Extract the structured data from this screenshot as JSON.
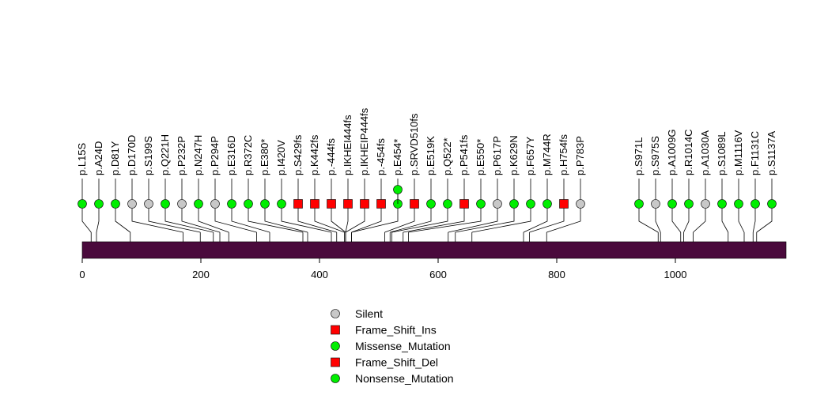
{
  "chart_data": {
    "type": "lollipop",
    "title": "",
    "xlabel": "",
    "ylabel": "",
    "protein_length": 1185,
    "domain_color": "#4a0a3c",
    "x_ticks": [
      0,
      200,
      400,
      600,
      800,
      1000
    ],
    "mutation_types": [
      {
        "name": "Silent",
        "shape": "circle",
        "color": "#c8c8c8"
      },
      {
        "name": "Frame_Shift_Ins",
        "shape": "square",
        "color": "#ff0000"
      },
      {
        "name": "Missense_Mutation",
        "shape": "circle",
        "color": "#00ee00"
      },
      {
        "name": "Frame_Shift_Del",
        "shape": "square",
        "color": "#ff0000"
      },
      {
        "name": "Nonsense_Mutation",
        "shape": "circle",
        "color": "#00ee00"
      }
    ],
    "mutations": [
      {
        "label": "p.L15S",
        "pos": 15,
        "type": "Missense_Mutation",
        "count": 1
      },
      {
        "label": "p.A24D",
        "pos": 24,
        "type": "Missense_Mutation",
        "count": 1
      },
      {
        "label": "p.D81Y",
        "pos": 81,
        "type": "Missense_Mutation",
        "count": 1
      },
      {
        "label": "p.D170D",
        "pos": 170,
        "type": "Silent",
        "count": 1
      },
      {
        "label": "p.S199S",
        "pos": 199,
        "type": "Silent",
        "count": 1
      },
      {
        "label": "p.Q221H",
        "pos": 221,
        "type": "Missense_Mutation",
        "count": 1
      },
      {
        "label": "p.P232P",
        "pos": 232,
        "type": "Silent",
        "count": 1
      },
      {
        "label": "p.N247H",
        "pos": 247,
        "type": "Missense_Mutation",
        "count": 1
      },
      {
        "label": "p.P294P",
        "pos": 294,
        "type": "Silent",
        "count": 1
      },
      {
        "label": "p.E316D",
        "pos": 316,
        "type": "Missense_Mutation",
        "count": 1
      },
      {
        "label": "p.R372C",
        "pos": 372,
        "type": "Missense_Mutation",
        "count": 1
      },
      {
        "label": "p.E380*",
        "pos": 380,
        "type": "Nonsense_Mutation",
        "count": 1
      },
      {
        "label": "p.I420V",
        "pos": 420,
        "type": "Missense_Mutation",
        "count": 1
      },
      {
        "label": "p.S429fs",
        "pos": 429,
        "type": "Frame_Shift_Del",
        "count": 1
      },
      {
        "label": "p.K442fs",
        "pos": 442,
        "type": "Frame_Shift_Del",
        "count": 1
      },
      {
        "label": "p.-444fs",
        "pos": 444,
        "type": "Frame_Shift_Ins",
        "count": 1
      },
      {
        "label": "p.IKHEI444fs",
        "pos": 444,
        "type": "Frame_Shift_Ins",
        "count": 1
      },
      {
        "label": "p.IKHEIP444fs",
        "pos": 444,
        "type": "Frame_Shift_Ins",
        "count": 1
      },
      {
        "label": "p.-454fs",
        "pos": 454,
        "type": "Frame_Shift_Ins",
        "count": 1
      },
      {
        "label": "p.E454*",
        "pos": 454,
        "type": "Nonsense_Mutation",
        "count": 2
      },
      {
        "label": "p.SRVD510fs",
        "pos": 510,
        "type": "Frame_Shift_Del",
        "count": 1
      },
      {
        "label": "p.E519K",
        "pos": 519,
        "type": "Missense_Mutation",
        "count": 1
      },
      {
        "label": "p.Q522*",
        "pos": 522,
        "type": "Nonsense_Mutation",
        "count": 1
      },
      {
        "label": "p.P541fs",
        "pos": 541,
        "type": "Frame_Shift_Del",
        "count": 1
      },
      {
        "label": "p.E550*",
        "pos": 550,
        "type": "Nonsense_Mutation",
        "count": 1
      },
      {
        "label": "p.P617P",
        "pos": 617,
        "type": "Silent",
        "count": 1
      },
      {
        "label": "p.K629N",
        "pos": 629,
        "type": "Missense_Mutation",
        "count": 1
      },
      {
        "label": "p.F657Y",
        "pos": 657,
        "type": "Missense_Mutation",
        "count": 1
      },
      {
        "label": "p.M744R",
        "pos": 744,
        "type": "Missense_Mutation",
        "count": 1
      },
      {
        "label": "p.H754fs",
        "pos": 754,
        "type": "Frame_Shift_Del",
        "count": 1
      },
      {
        "label": "p.P783P",
        "pos": 783,
        "type": "Silent",
        "count": 1
      },
      {
        "label": "p.S971L",
        "pos": 971,
        "type": "Missense_Mutation",
        "count": 1
      },
      {
        "label": "p.S975S",
        "pos": 975,
        "type": "Silent",
        "count": 1
      },
      {
        "label": "p.A1009G",
        "pos": 1009,
        "type": "Missense_Mutation",
        "count": 1
      },
      {
        "label": "p.R1014C",
        "pos": 1014,
        "type": "Missense_Mutation",
        "count": 1
      },
      {
        "label": "p.A1030A",
        "pos": 1030,
        "type": "Silent",
        "count": 1
      },
      {
        "label": "p.S1089L",
        "pos": 1089,
        "type": "Missense_Mutation",
        "count": 1
      },
      {
        "label": "p.M1116V",
        "pos": 1116,
        "type": "Missense_Mutation",
        "count": 1
      },
      {
        "label": "p.F1131C",
        "pos": 1131,
        "type": "Missense_Mutation",
        "count": 1
      },
      {
        "label": "p.S1137A",
        "pos": 1137,
        "type": "Missense_Mutation",
        "count": 1
      }
    ]
  }
}
